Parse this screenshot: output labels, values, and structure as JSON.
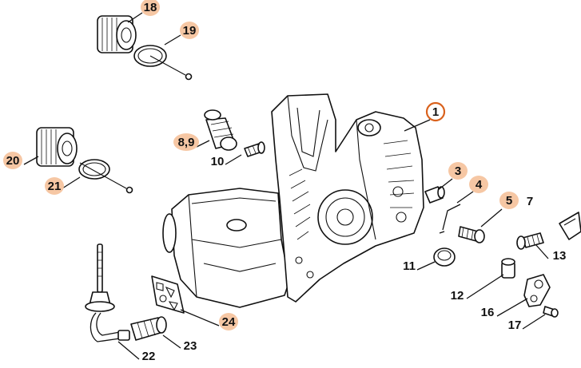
{
  "diagram": {
    "highlight_color": "#f6c7a4",
    "selected_ring_color": "#d9611c",
    "callouts": [
      {
        "id": "c1",
        "label": "1",
        "style": "selected"
      },
      {
        "id": "c3",
        "label": "3",
        "style": "highlight"
      },
      {
        "id": "c4",
        "label": "4",
        "style": "highlight"
      },
      {
        "id": "c5",
        "label": "5",
        "style": "highlight"
      },
      {
        "id": "c7",
        "label": "7",
        "style": "plain"
      },
      {
        "id": "c89",
        "label": "8,9",
        "style": "highlight"
      },
      {
        "id": "c10",
        "label": "10",
        "style": "plain"
      },
      {
        "id": "c11",
        "label": "11",
        "style": "plain"
      },
      {
        "id": "c12",
        "label": "12",
        "style": "plain"
      },
      {
        "id": "c13",
        "label": "13",
        "style": "plain"
      },
      {
        "id": "c16",
        "label": "16",
        "style": "plain"
      },
      {
        "id": "c17",
        "label": "17",
        "style": "plain"
      },
      {
        "id": "c18",
        "label": "18",
        "style": "highlight"
      },
      {
        "id": "c19",
        "label": "19",
        "style": "highlight"
      },
      {
        "id": "c20",
        "label": "20",
        "style": "highlight"
      },
      {
        "id": "c21",
        "label": "21",
        "style": "highlight"
      },
      {
        "id": "c22",
        "label": "22",
        "style": "plain"
      },
      {
        "id": "c23",
        "label": "23",
        "style": "plain"
      },
      {
        "id": "c24",
        "label": "24",
        "style": "highlight"
      }
    ]
  }
}
